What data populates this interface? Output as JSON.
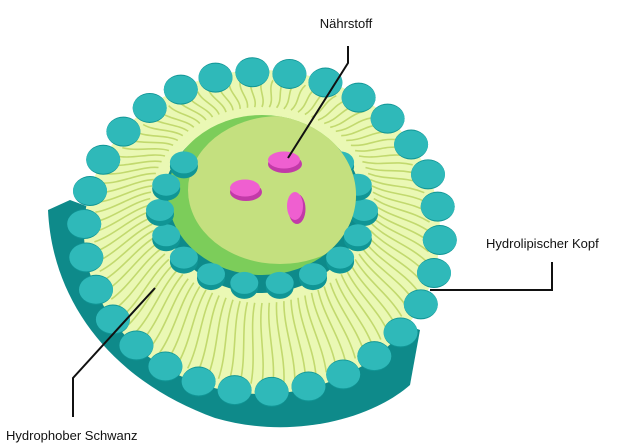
{
  "labels": {
    "nutrient": "Nährstoff",
    "hydrophilic_head": "Hydrolipischer Kopf",
    "hydrophobic_tail": "Hydrophober Schwanz"
  },
  "colors": {
    "head_fill": "#2fb9b9",
    "head_shadow": "#109595",
    "head_dark": "#0e8080",
    "tail_fill": "#eaf8b4",
    "tail_stroke": "#c2d96e",
    "core_outer": "#7ccd5a",
    "core_inner": "#c4e07f",
    "nutrient": "#ef5fd0",
    "nutrient_edge": "#c23aa8",
    "line": "#111111"
  },
  "icons": {
    "outer_heads": "phospholipid-head-icon",
    "inner_heads": "phospholipid-head-icon",
    "nutrients": "nutrient-particle-icon"
  }
}
